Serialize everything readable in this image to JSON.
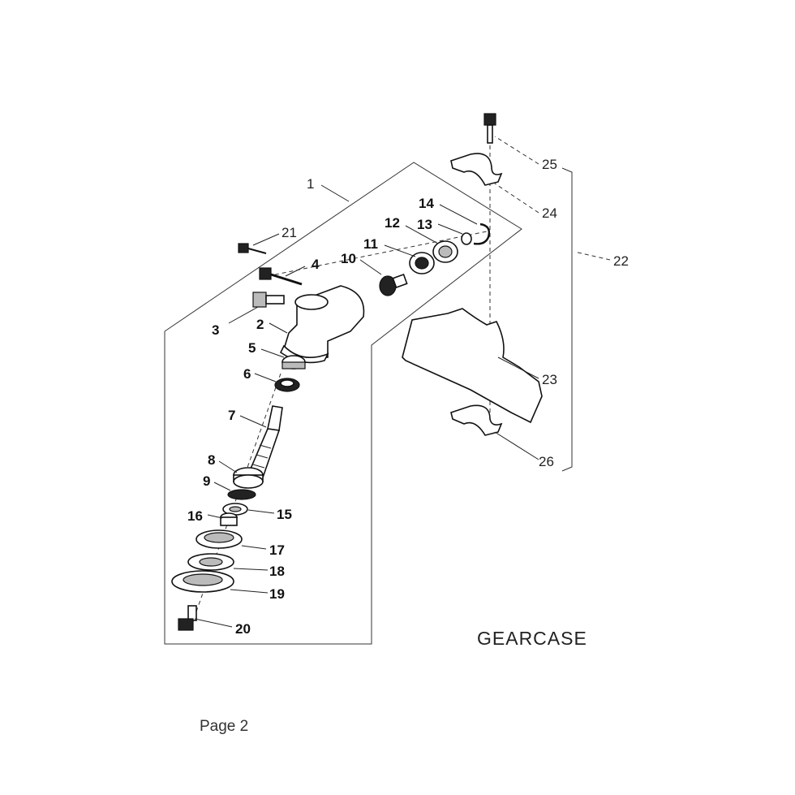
{
  "diagram": {
    "title": "GEARCASE",
    "page_label": "Page 2",
    "callouts": [
      "1",
      "2",
      "3",
      "4",
      "5",
      "6",
      "7",
      "8",
      "9",
      "10",
      "11",
      "12",
      "13",
      "14",
      "15",
      "16",
      "17",
      "18",
      "19",
      "20",
      "21",
      "22",
      "23",
      "24",
      "25",
      "26"
    ]
  }
}
